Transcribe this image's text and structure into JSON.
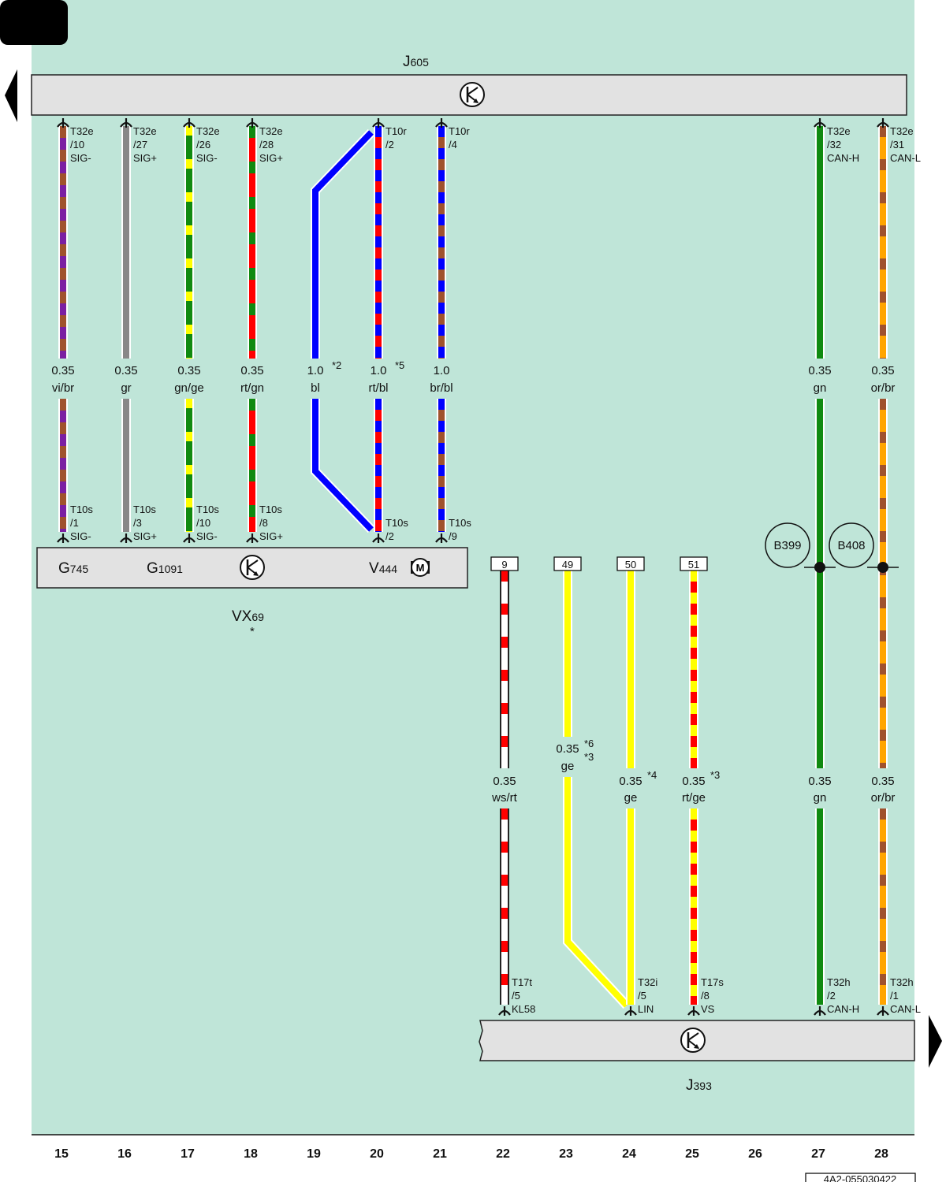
{
  "colors": {
    "background": "#bfe5d8",
    "module_fill": "#e2e2e2",
    "vi": "#7b1fa2",
    "br": "#a0522d",
    "gr": "#888888",
    "gn": "#108a10",
    "ge": "#ffff00",
    "rt": "#ff0000",
    "bl": "#0000ff",
    "ws": "#ffffff",
    "or": "#ffa500"
  },
  "modules": {
    "j605": {
      "name": "J",
      "sub": "605"
    },
    "vx69": {
      "name": "VX",
      "sub": "69",
      "note": "*",
      "parts": [
        {
          "name": "G",
          "sub": "745"
        },
        {
          "name": "G",
          "sub": "1091"
        },
        {
          "name": "V",
          "sub": "444"
        }
      ]
    },
    "j393": {
      "name": "J",
      "sub": "393"
    }
  },
  "wires": [
    {
      "id": "w15",
      "size": "0.35",
      "color": "vi/br",
      "top": [
        "T32e",
        "/10",
        "SIG-"
      ],
      "bottom": [
        "T10s",
        "/1",
        "SIG-"
      ]
    },
    {
      "id": "w16",
      "size": "0.35",
      "color": "gr",
      "top": [
        "T32e",
        "/27",
        "SIG+"
      ],
      "bottom": [
        "T10s",
        "/3",
        "SIG+"
      ]
    },
    {
      "id": "w17",
      "size": "0.35",
      "color": "gn/ge",
      "top": [
        "T32e",
        "/26",
        "SIG-"
      ],
      "bottom": [
        "T10s",
        "/10",
        "SIG-"
      ]
    },
    {
      "id": "w18",
      "size": "0.35",
      "color": "rt/gn",
      "top": [
        "T32e",
        "/28",
        "SIG+"
      ],
      "bottom": [
        "T10s",
        "/8",
        "SIG+"
      ]
    },
    {
      "id": "w19",
      "size": "1.0",
      "color": "bl",
      "note": "*2"
    },
    {
      "id": "w20",
      "size": "1.0",
      "color": "rt/bl",
      "note": "*5",
      "top": [
        "T10r",
        "/2"
      ],
      "bottom": [
        "T10s",
        "/2"
      ]
    },
    {
      "id": "w21",
      "size": "1.0",
      "color": "br/bl",
      "top": [
        "T10r",
        "/4"
      ],
      "bottom": [
        "T10s",
        "/9"
      ]
    },
    {
      "id": "w22",
      "size": "0.35",
      "color": "ws/rt",
      "bottom": [
        "T17t",
        "/5",
        "KL58"
      ]
    },
    {
      "id": "w23",
      "size": "0.35",
      "color": "ge",
      "note1": "*6",
      "note2": "*3"
    },
    {
      "id": "w24",
      "size": "0.35",
      "color": "ge",
      "note": "*4",
      "bottom": [
        "T32i",
        "/5",
        "LIN"
      ]
    },
    {
      "id": "w25",
      "size": "0.35",
      "color": "rt/ge",
      "note": "*3",
      "bottom": [
        "T17s",
        "/8",
        "VS"
      ]
    },
    {
      "id": "w27a",
      "size": "0.35",
      "color": "gn",
      "top": [
        "T32e",
        "/32",
        "CAN-H"
      ]
    },
    {
      "id": "w27b",
      "size": "0.35",
      "color": "gn",
      "bottom": [
        "T32h",
        "/2",
        "CAN-H"
      ]
    },
    {
      "id": "w28a",
      "size": "0.35",
      "color": "or/br",
      "top": [
        "T32e",
        "/31",
        "CAN-L"
      ]
    },
    {
      "id": "w28b",
      "size": "0.35",
      "color": "or/br",
      "bottom": [
        "T32h",
        "/1",
        "CAN-L"
      ]
    }
  ],
  "path_refs": [
    "9",
    "49",
    "50",
    "51"
  ],
  "junctions": [
    "B399",
    "B408"
  ],
  "columns": [
    "15",
    "16",
    "17",
    "18",
    "19",
    "20",
    "21",
    "22",
    "23",
    "24",
    "25",
    "26",
    "27",
    "28"
  ],
  "doc_id": "4A2-055030422"
}
